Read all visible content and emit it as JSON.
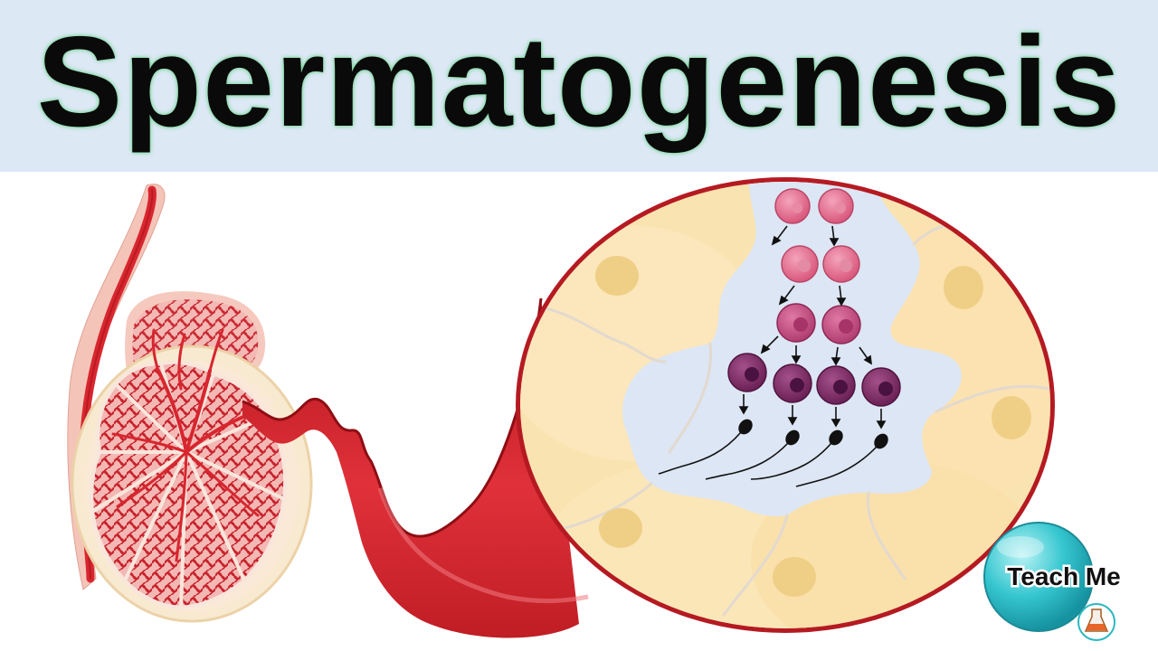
{
  "title": "Spermatogenesis",
  "logo": {
    "text": "Teach Me"
  },
  "colors": {
    "banner": "#dde8f5",
    "tissue_red": "#d8262f",
    "dark_red": "#9e1016",
    "sertoli_yellow": "#f8e0a8",
    "lumen_blue": "#dbe5f4",
    "spermatogonia": "#e2708f",
    "spermatocyte": "#c0487a",
    "spermatid": "#7e2c63",
    "logo_teal": "#2cc4cc"
  },
  "icons": [
    "testis-illustration",
    "tubule-magnified-view",
    "flask-icon"
  ]
}
